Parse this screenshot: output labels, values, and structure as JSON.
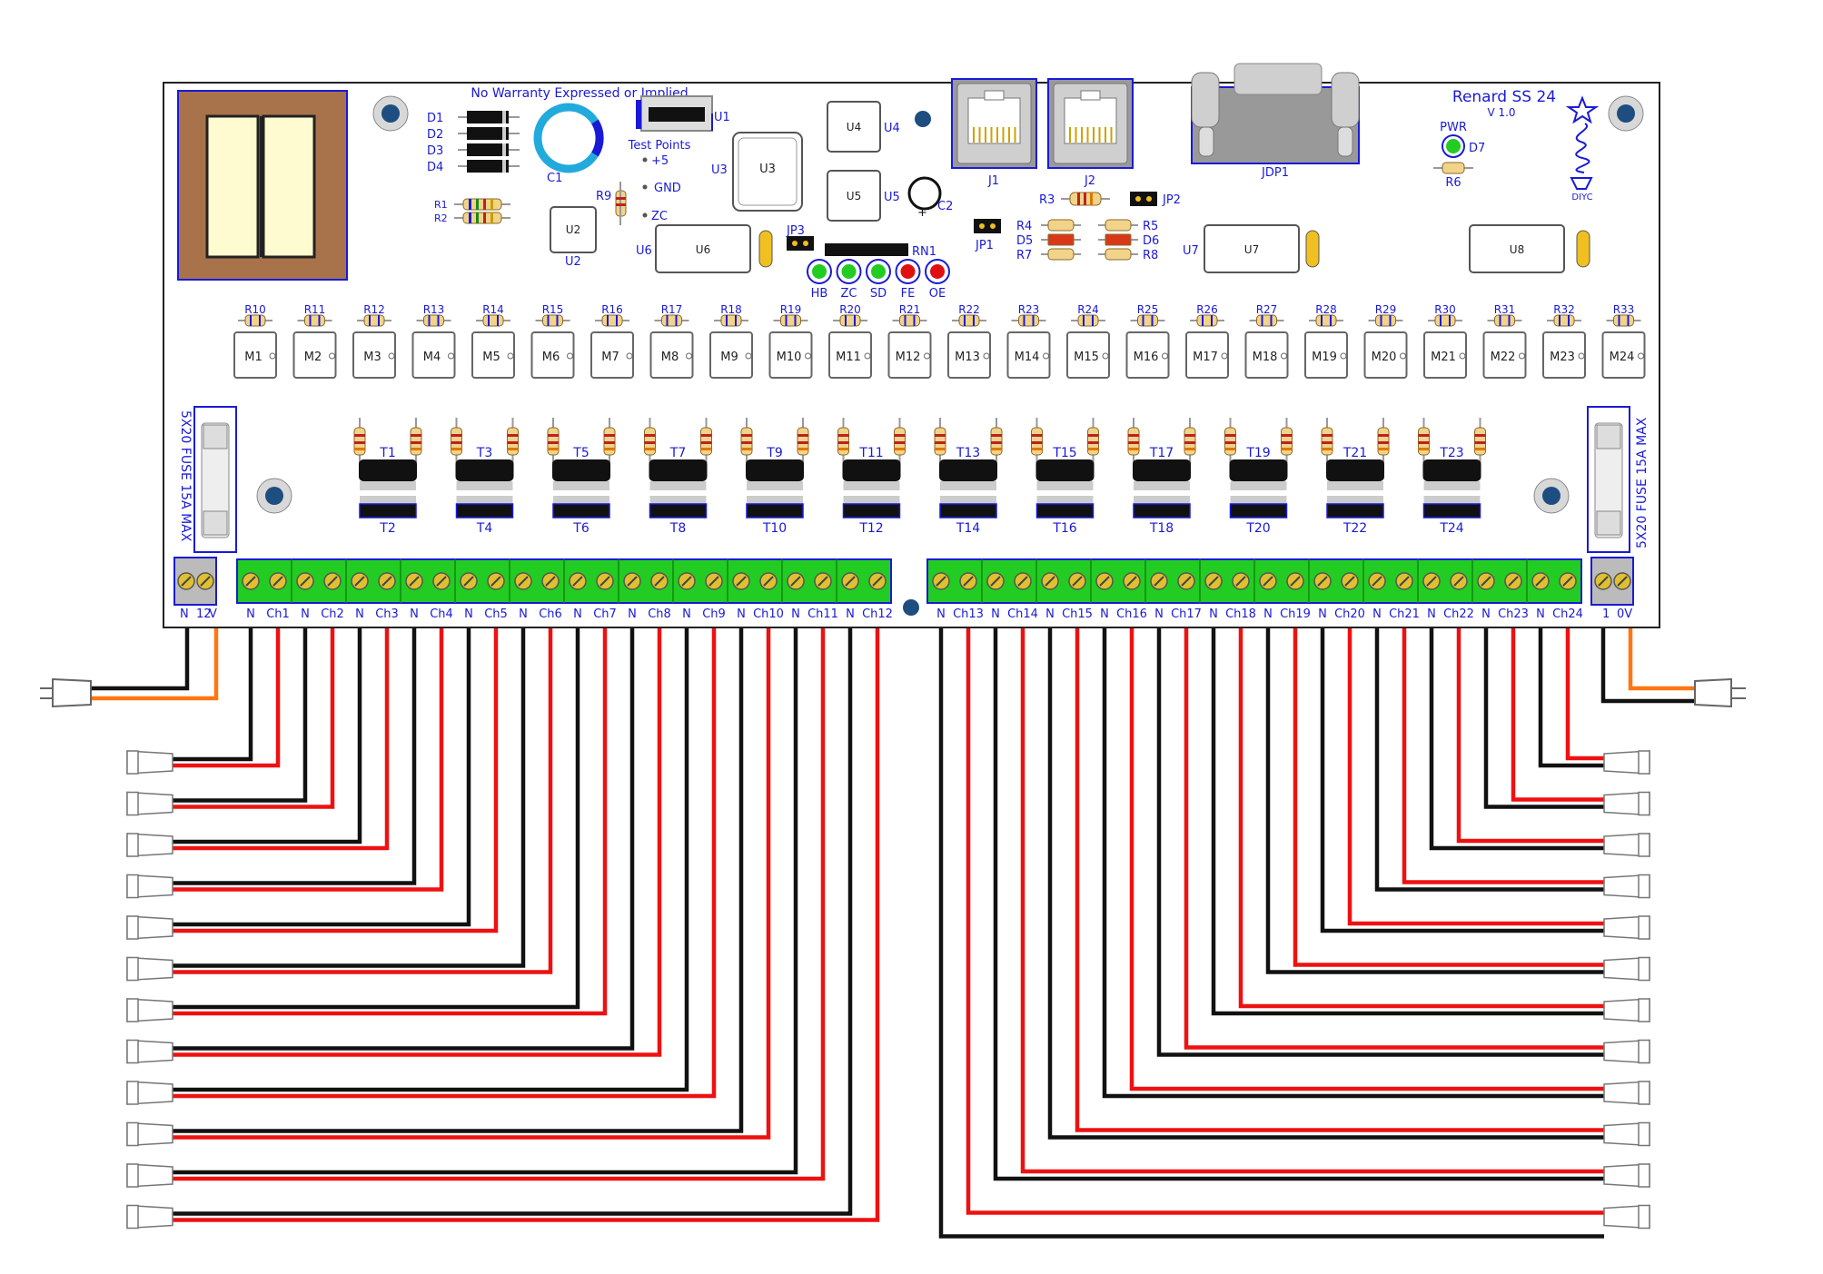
{
  "board": {
    "title": "Renard SS 24",
    "version": "V 1.0",
    "warranty": "No Warranty Expressed or Implied",
    "logo_text": "DIYC",
    "test_points_title": "Test Points",
    "test_points": [
      "+5",
      "GND",
      "ZC"
    ],
    "fuse_label": "5X20 FUSE 15A MAX",
    "power_leds_label": "PWR"
  },
  "parts": {
    "diodes": [
      "D1",
      "D2",
      "D3",
      "D4"
    ],
    "resistors_small": [
      "R1",
      "R2"
    ],
    "cap1": "C1",
    "cap2": "C2",
    "u1": "U1",
    "u2": "U2",
    "u3": "U3",
    "u4": "U4",
    "u5": "U5",
    "u6": "U6",
    "u7": "U7",
    "u8": "U8",
    "r9": "R9",
    "jp3": "JP3",
    "rn1": "RN1",
    "j1": "J1",
    "j2": "J2",
    "jdp1": "JDP1",
    "r3": "R3",
    "jp2": "JP2",
    "jp1": "JP1",
    "r6": "R6",
    "d7": "D7",
    "mid_left": [
      "R4",
      "D5",
      "R7"
    ],
    "mid_right": [
      "R5",
      "D6",
      "R8"
    ],
    "status_leds": [
      {
        "label": "HB",
        "color": "#22cc22"
      },
      {
        "label": "ZC",
        "color": "#22cc22"
      },
      {
        "label": "SD",
        "color": "#22cc22"
      },
      {
        "label": "FE",
        "color": "#e01010"
      },
      {
        "label": "OE",
        "color": "#e01010"
      }
    ],
    "opto_resistors": [
      "R10",
      "R11",
      "R12",
      "R13",
      "R14",
      "R15",
      "R16",
      "R17",
      "R18",
      "R19",
      "R20",
      "R21",
      "R22",
      "R23",
      "R24",
      "R25",
      "R26",
      "R27",
      "R28",
      "R29",
      "R30",
      "R31",
      "R32",
      "R33"
    ],
    "optos": [
      "M1",
      "M2",
      "M3",
      "M4",
      "M5",
      "M6",
      "M7",
      "M8",
      "M9",
      "M10",
      "M11",
      "M12",
      "M13",
      "M14",
      "M15",
      "M16",
      "M17",
      "M18",
      "M19",
      "M20",
      "M21",
      "M22",
      "M23",
      "M24"
    ],
    "triacs_top": [
      "T1",
      "T3",
      "T5",
      "T7",
      "T9",
      "T11",
      "T13",
      "T15",
      "T17",
      "T19",
      "T21",
      "T23"
    ],
    "triacs_bottom": [
      "T2",
      "T4",
      "T6",
      "T8",
      "T10",
      "T12",
      "T14",
      "T16",
      "T18",
      "T20",
      "T22",
      "T24"
    ]
  },
  "terminals": {
    "left_power": [
      "N",
      "12",
      "V"
    ],
    "right_power": [
      "1",
      "0V"
    ],
    "channels_left": [
      "N",
      "Ch1",
      "N",
      "Ch2",
      "N",
      "Ch3",
      "N",
      "Ch4",
      "N",
      "Ch5",
      "N",
      "Ch6",
      "N",
      "Ch7",
      "N",
      "Ch8",
      "N",
      "Ch9",
      "N",
      "Ch10",
      "N",
      "Ch11",
      "N",
      "Ch12"
    ],
    "channels_right": [
      "N",
      "Ch13",
      "N",
      "Ch14",
      "N",
      "Ch15",
      "N",
      "Ch16",
      "N",
      "Ch17",
      "N",
      "Ch18",
      "N",
      "Ch19",
      "N",
      "Ch20",
      "N",
      "Ch21",
      "N",
      "Ch22",
      "N",
      "Ch23",
      "N",
      "Ch24"
    ]
  },
  "colors": {
    "board": "#ffffff",
    "silk": "#1a1ad6",
    "terminal_green": "#22cc22",
    "neutral_wire": "#111111",
    "hot_wire": "#ee1111",
    "power_wire_hot": "#ff7711",
    "transformer": "#a8734a"
  }
}
